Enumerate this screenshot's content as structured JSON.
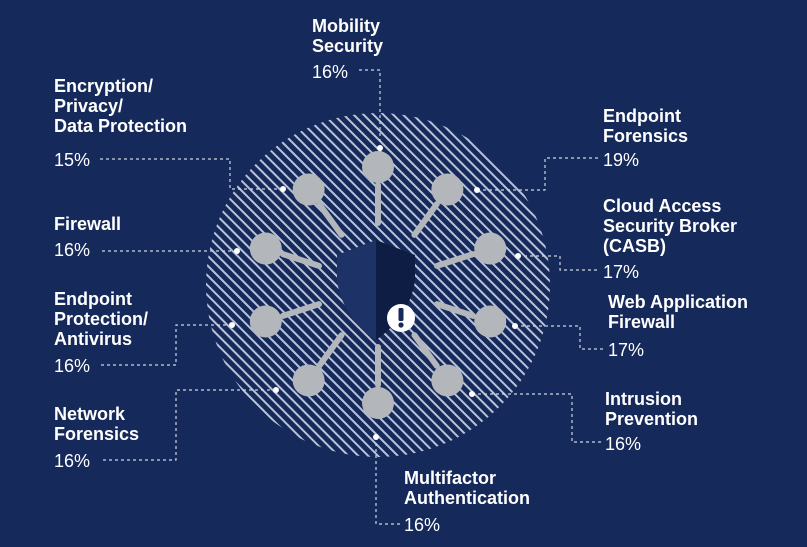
{
  "colors": {
    "background": "#15295a",
    "circle_stripe": "#b9c2d6",
    "pin": "#b3b6bb",
    "shield_dark": "#0d1d44",
    "shield_mid": "#1d3266",
    "text": "#ffffff",
    "leader": "#cfd5e2"
  },
  "icons": {
    "center": "shield-icon",
    "alert": "exclamation-icon",
    "pins": "pin-icon"
  },
  "categories": [
    {
      "id": "mobility-security",
      "label": "Mobility\nSecurity",
      "value": "16%"
    },
    {
      "id": "endpoint-forensics",
      "label": "Endpoint\nForensics",
      "value": "19%"
    },
    {
      "id": "casb",
      "label": "Cloud Access\nSecurity Broker\n(CASB)",
      "value": "17%"
    },
    {
      "id": "web-application-firewall",
      "label": "Web Application\nFirewall",
      "value": "17%"
    },
    {
      "id": "intrusion-prevention",
      "label": "Intrusion\nPrevention",
      "value": "16%"
    },
    {
      "id": "multifactor-authentication",
      "label": "Multifactor\nAuthentication",
      "value": "16%"
    },
    {
      "id": "network-forensics",
      "label": "Network\nForensics",
      "value": "16%"
    },
    {
      "id": "endpoint-protection",
      "label": "Endpoint\nProtection/\nAntivirus",
      "value": "16%"
    },
    {
      "id": "firewall",
      "label": "Firewall",
      "value": "16%"
    },
    {
      "id": "encryption",
      "label": "Encryption/\nPrivacy/\nData Protection",
      "value": "15%"
    }
  ]
}
